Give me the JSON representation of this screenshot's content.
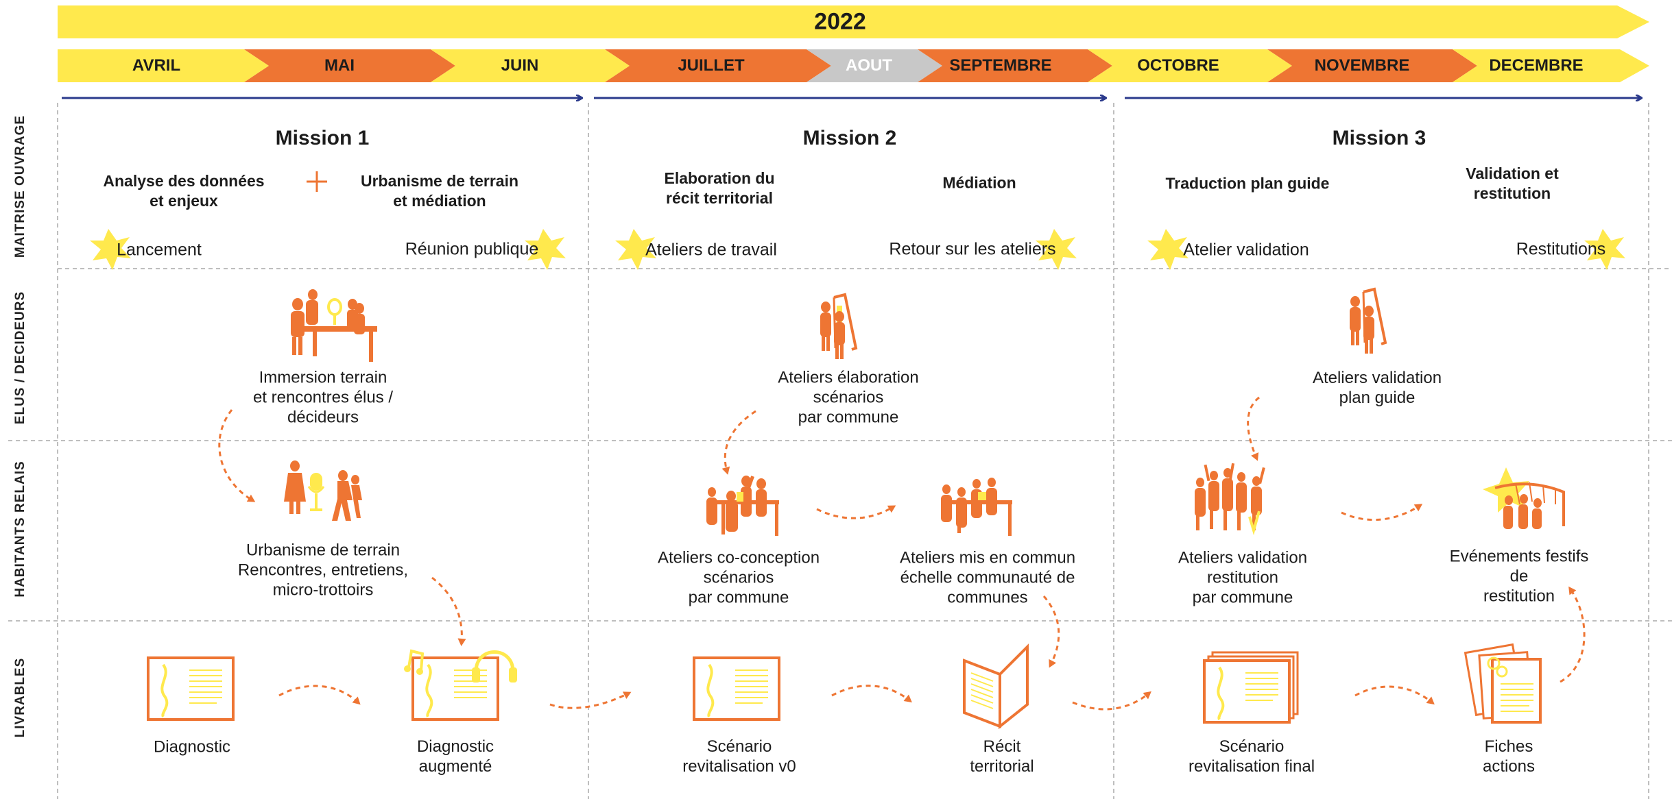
{
  "timeline": {
    "year": "2022",
    "months": [
      {
        "label": "AVRIL",
        "fill": "#FFE94D",
        "text": "dark"
      },
      {
        "label": "MAI",
        "fill": "#EE7533",
        "text": "dark"
      },
      {
        "label": "JUIN",
        "fill": "#FFE94D",
        "text": "dark"
      },
      {
        "label": "JUILLET",
        "fill": "#EE7533",
        "text": "dark"
      },
      {
        "label": "AOUT",
        "fill": "#C8C8C8",
        "text": "light"
      },
      {
        "label": "SEPTEMBRE",
        "fill": "#EE7533",
        "text": "dark"
      },
      {
        "label": "OCTOBRE",
        "fill": "#FFE94D",
        "text": "dark"
      },
      {
        "label": "NOVEMBRE",
        "fill": "#EE7533",
        "text": "dark"
      },
      {
        "label": "DECEMBRE",
        "fill": "#FFE94D",
        "text": "dark"
      }
    ]
  },
  "rows": {
    "maitrise": "MAITRISE OUVRAGE",
    "elus": "ELUS / DECIDEURS",
    "habitants": "HABITANTS RELAIS",
    "livrables": "LIVRABLES"
  },
  "missions": [
    {
      "title": "Mission 1",
      "phases": [
        "Analyse des données\net enjeux",
        "Urbanisme de terrain\net médiation"
      ],
      "plus": "+",
      "events": [
        "Lancement",
        "Réunion publique"
      ],
      "elus": {
        "label": "Immersion terrain\net rencontres élus /\ndécideurs",
        "icon": "table-meeting-icon"
      },
      "habitants": [
        {
          "label": "Urbanisme de terrain\nRencontres, entretiens,\nmicro-trottoirs",
          "icon": "microphone-interview-icon"
        }
      ],
      "livrables": [
        {
          "label": "Diagnostic",
          "icon": "map-document-icon"
        },
        {
          "label": "Diagnostic\naugmenté",
          "icon": "map-headphones-icon"
        }
      ]
    },
    {
      "title": "Mission 2",
      "phases": [
        "Elaboration du\nrécit territorial",
        "Médiation"
      ],
      "events": [
        "Ateliers de travail",
        "Retour sur les ateliers"
      ],
      "elus": {
        "label": "Ateliers élaboration\nscénarios\npar commune",
        "icon": "board-presentation-icon"
      },
      "habitants": [
        {
          "label": "Ateliers co-conception\nscénarios\npar commune",
          "icon": "workshop-table-icon"
        },
        {
          "label": "Ateliers mis en commun\néchelle communauté de\ncommunes",
          "icon": "shared-workshop-icon"
        }
      ],
      "livrables": [
        {
          "label": "Scénario\nrevitalisation v0",
          "icon": "map-document-icon"
        },
        {
          "label": "Récit\nterritorial",
          "icon": "folded-booklet-icon"
        }
      ]
    },
    {
      "title": "Mission 3",
      "phases": [
        "Traduction plan guide",
        "Validation et restitution"
      ],
      "events": [
        "Atelier validation",
        "Restitutions"
      ],
      "elus": {
        "label": "Ateliers validation\nplan  guide",
        "icon": "board-presentation-icon"
      },
      "habitants": [
        {
          "label": "Ateliers validation\nrestitution\npar commune",
          "icon": "crowd-vote-icon"
        },
        {
          "label": "Evénements festifs de\nrestitution",
          "icon": "festive-event-icon"
        }
      ],
      "livrables": [
        {
          "label": "Scénario\nrevitalisation final",
          "icon": "stacked-maps-icon"
        },
        {
          "label": "Fiches\nactions",
          "icon": "action-sheets-icon"
        }
      ]
    }
  ],
  "colors": {
    "yellow": "#FFE94D",
    "orange": "#EE7533",
    "grey": "#C8C8C8",
    "navy": "#2B3A8C",
    "dashed_line": "#A8A8A8",
    "text": "#1C1C1C"
  }
}
